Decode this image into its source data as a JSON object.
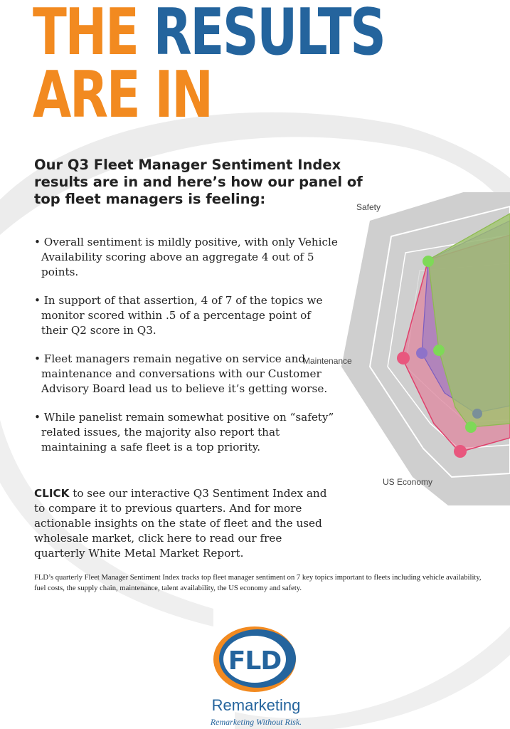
{
  "headline": {
    "line1_a": "THE",
    "line1_b": "RESULTS",
    "line2": "ARE IN"
  },
  "intro": "Our Q3 Fleet Manager Sentiment Index results are in and here’s how our panel of top fleet managers is feeling:",
  "bullets": [
    "• Overall sentiment is mildly positive, with only Vehicle Availability scoring above an aggregate 4 out of 5 points.",
    "• In support of that assertion, 4 of 7 of the topics we monitor scored within .5 of a percentage point of their Q2 score in Q3.",
    "• Fleet managers remain negative on service and maintenance and conversations with our Customer Advisory Board lead us to believe it’s getting worse.",
    "• While panelist remain somewhat positive on “safety” related issues, the majority also report that maintaining a safe fleet is a top priority."
  ],
  "cta": {
    "click": "CLICK",
    "text": " to see our interactive Q3 Sentiment Index and to compare it to previous quarters. And for more actionable insights on the state of fleet and the used wholesale market, click here to read our free quarterly White Metal Market Report."
  },
  "footnote": "FLD’s quarterly Fleet Manager Sentiment Index tracks top fleet manager sentiment on 7 key topics important to fleets including vehicle availability, fuel costs, the supply chain, maintenance, talent availability, the US economy and safety.",
  "radar_labels": {
    "safety": "Safety",
    "maintenance": "Maintenance",
    "us_economy": "US Economy"
  },
  "logo": {
    "mark": "FLD",
    "brand": "Remarketing",
    "tagline": "Remarketing Without Risk."
  },
  "colors": {
    "orange": "#f28a20",
    "blue": "#24649d",
    "green_series": "#7ed957",
    "purple_series": "#8e72c9",
    "pink_series": "#e8577e"
  }
}
